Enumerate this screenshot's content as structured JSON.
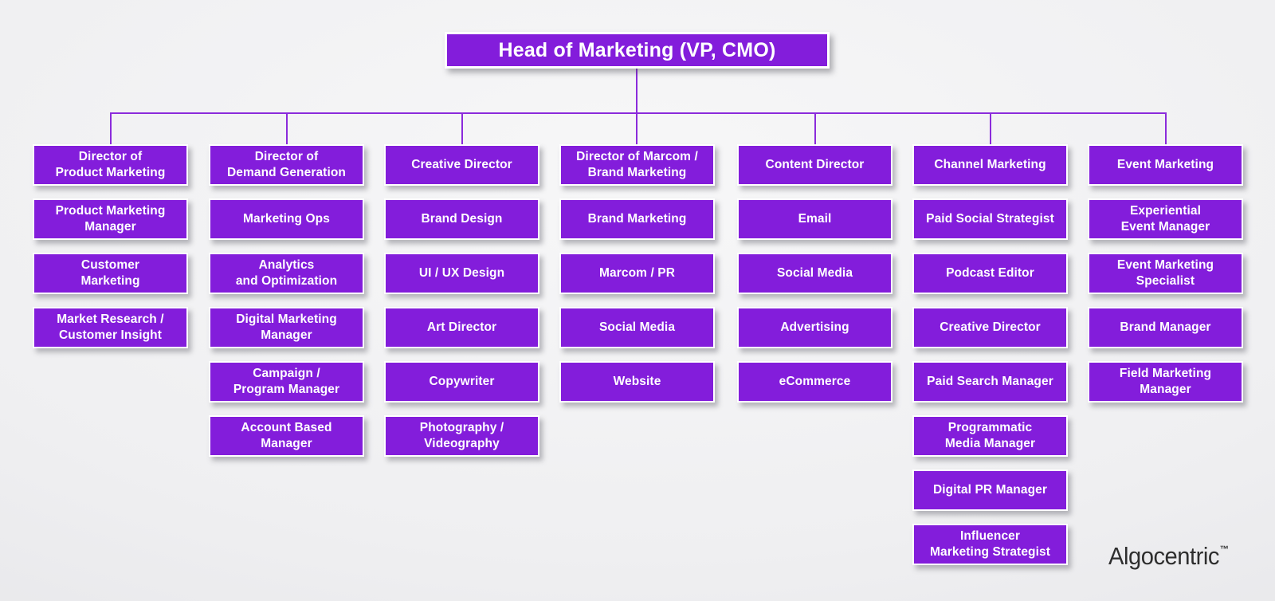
{
  "root": {
    "label": "Head of Marketing (VP, CMO)"
  },
  "columns": [
    {
      "head": "Director of\nProduct Marketing",
      "children": [
        "Product Marketing\nManager",
        "Customer\nMarketing",
        "Market Research /\nCustomer Insight"
      ]
    },
    {
      "head": "Director of\nDemand Generation",
      "children": [
        "Marketing Ops",
        "Analytics\nand Optimization",
        "Digital Marketing\nManager",
        "Campaign /\nProgram Manager",
        "Account Based\nManager"
      ]
    },
    {
      "head": "Creative Director",
      "children": [
        "Brand Design",
        "UI / UX Design",
        "Art Director",
        "Copywriter",
        "Photography /\nVideography"
      ]
    },
    {
      "head": "Director of Marcom /\nBrand Marketing",
      "children": [
        "Brand Marketing",
        "Marcom / PR",
        "Social Media",
        "Website"
      ]
    },
    {
      "head": "Content Director",
      "children": [
        "Email",
        "Social Media",
        "Advertising",
        "eCommerce"
      ]
    },
    {
      "head": "Channel Marketing",
      "children": [
        "Paid Social Strategist",
        "Podcast Editor",
        "Creative Director",
        "Paid Search Manager",
        "Programmatic\nMedia Manager",
        "Digital PR Manager",
        "Influencer\nMarketing Strategist"
      ]
    },
    {
      "head": "Event Marketing",
      "children": [
        "Experiential\nEvent Manager",
        "Event Marketing\nSpecialist",
        "Brand Manager",
        "Field Marketing\nManager"
      ]
    }
  ],
  "logo": {
    "name": "Algocentric",
    "tm": "™"
  },
  "colors": {
    "node_fill": "#831DDB",
    "node_text": "#FFFFFF",
    "connector": "#8B2BDB",
    "logo_text": "#2E2E2E"
  }
}
